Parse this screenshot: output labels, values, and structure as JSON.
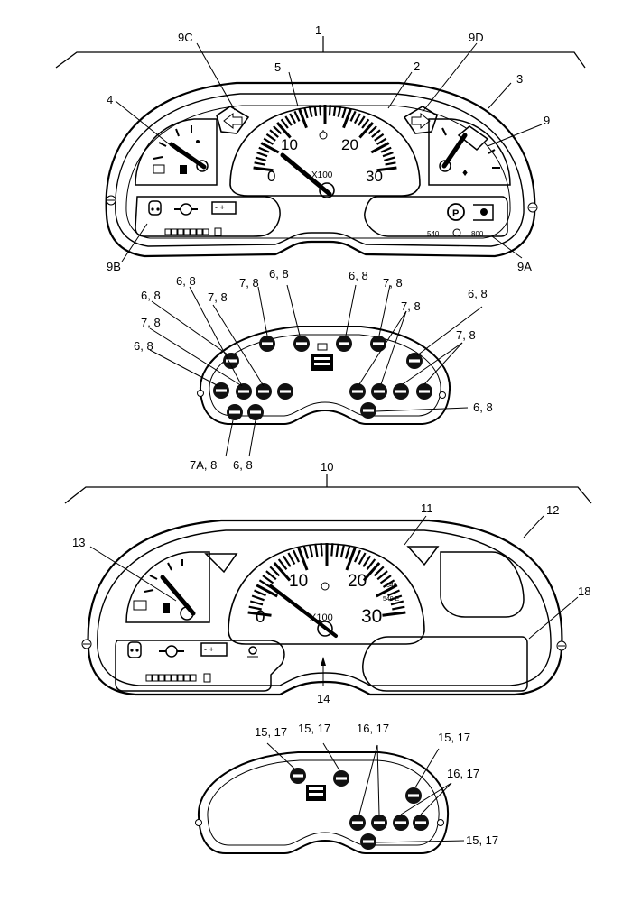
{
  "figure_1": {
    "callouts": {
      "c1": "1",
      "c9c": "9C",
      "c9d": "9D",
      "c5": "5",
      "c2": "2",
      "c3": "3",
      "c4": "4",
      "c9": "9",
      "c9b": "9B",
      "c9a": "9A"
    },
    "gauge": {
      "ticks": [
        "0",
        "10",
        "20",
        "30"
      ],
      "unit": "X100"
    },
    "pto_indicator": {
      "left": "540",
      "right": "800"
    }
  },
  "figure_1_back": {
    "callouts": {
      "a1": "7, 8",
      "a2": "6, 8",
      "a3": "6, 8",
      "a4": "7, 8",
      "a5": "6, 8",
      "a6": "6, 8",
      "a7": "7, 8",
      "a8": "7, 8",
      "a9": "6, 8",
      "a10": "6, 8",
      "a11": "7, 8",
      "a12": "6, 8",
      "a13": "7A, 8",
      "a14": "6, 8",
      "a15": "7, 8"
    }
  },
  "figure_2": {
    "callouts": {
      "c10": "10",
      "c11": "11",
      "c12": "12",
      "c13": "13",
      "c18": "18",
      "c14": "14"
    },
    "gauge": {
      "ticks": [
        "0",
        "10",
        "20",
        "30"
      ],
      "unit": "X100",
      "pto_small_a": "540",
      "pto_small_b": "540 E"
    }
  },
  "figure_2_back": {
    "callouts": {
      "b1": "15, 17",
      "b2": "15, 17",
      "b3": "16, 17",
      "b4": "15, 17",
      "b5": "16, 17",
      "b6": "15, 17"
    }
  }
}
